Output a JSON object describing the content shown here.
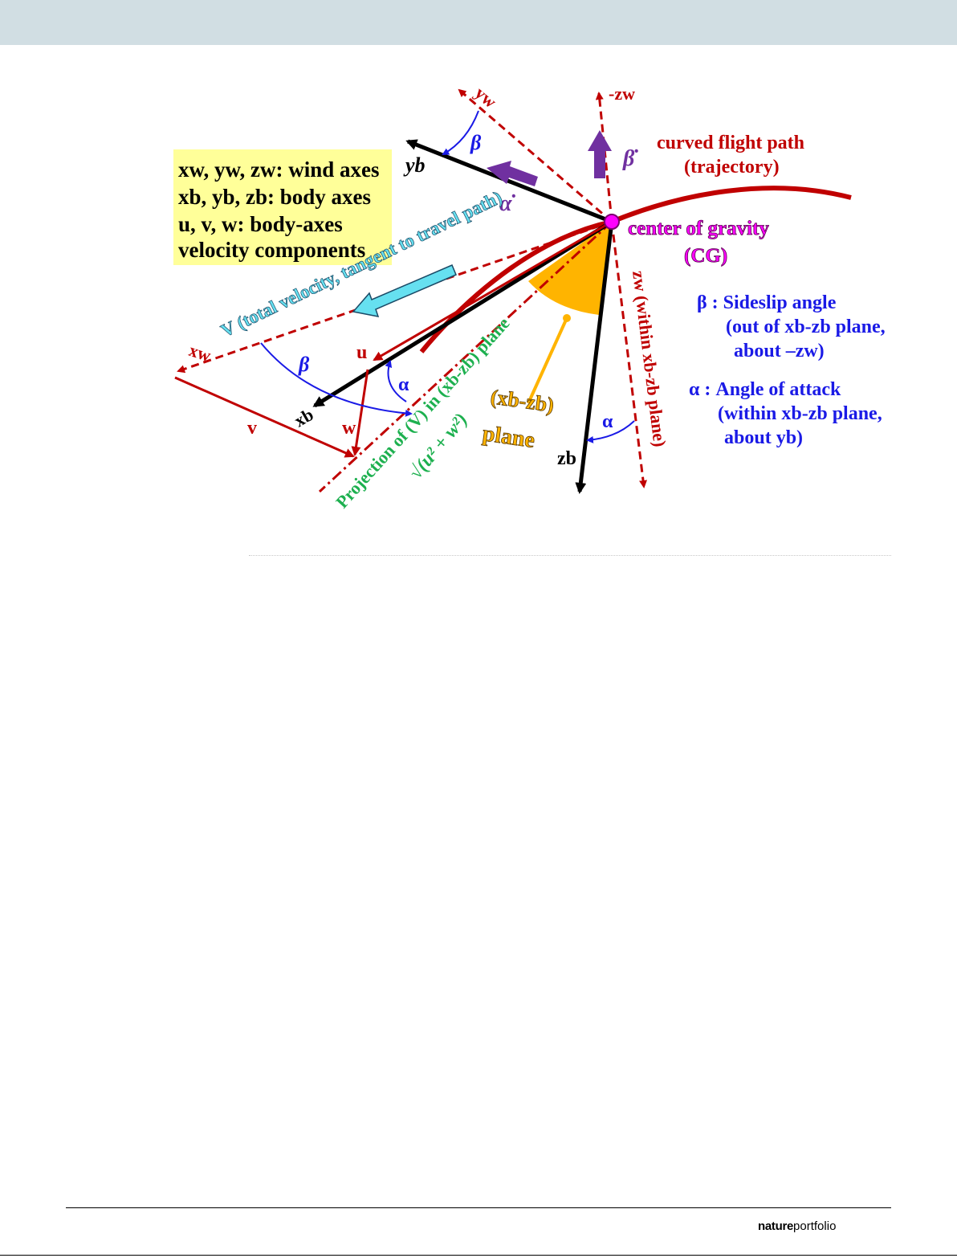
{
  "legend": {
    "line1": "xw, yw, zw: wind axes",
    "line2": "xb, yb, zb: body axes",
    "line3": "u, v, w: body-axes",
    "line4": "velocity components"
  },
  "labels": {
    "yw": "yw",
    "neg_zw": "-zw",
    "yb": "yb",
    "xw": "xw",
    "xb": "xb",
    "zb": "zb",
    "u": "u",
    "v": "v",
    "w": "w",
    "beta": "β",
    "alpha": "α",
    "beta_dot": "β̇",
    "alpha_dot": "α̇",
    "flight_path_1": "curved flight path",
    "flight_path_2": "(trajectory)",
    "cg_1": "center of gravity",
    "cg_2": "(CG)",
    "total_velocity": "V (total velocity, tangent to travel path)",
    "zw_axis": "zw (within xb-zb plane)",
    "projection": "Projection of (V) in (xb-zb) plane",
    "sqrt_expr": "√(u² + w²)",
    "plane_1": "(xb-zb)",
    "plane_2": "plane"
  },
  "definitions": {
    "beta_1": "β : Sideslip angle",
    "beta_2": "(out of xb-zb plane,",
    "beta_3": "about –zw)",
    "alpha_1": "α : Angle of attack",
    "alpha_2": "(within xb-zb plane,",
    "alpha_3": "about yb)"
  },
  "colors": {
    "dark_red": "#c00000",
    "blue": "#1a1ae6",
    "purple": "#7030a0",
    "orange": "#ffb400",
    "green": "#1db04f",
    "cyan": "#66e0f0",
    "magenta": "#ff00ff",
    "legend_bg": "#ffff99"
  },
  "footer": {
    "publisher_bold": "nature",
    "publisher_regular": "portfolio"
  }
}
